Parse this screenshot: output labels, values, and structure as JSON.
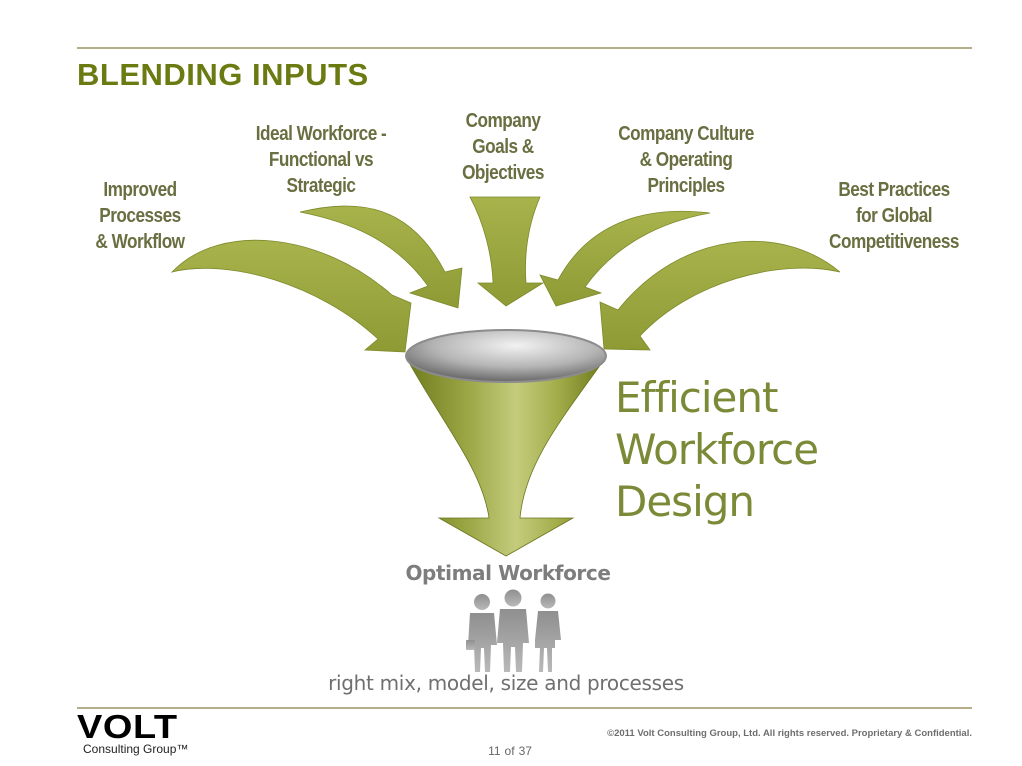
{
  "slide": {
    "title": "BLENDING INPUTS"
  },
  "inputs": [
    {
      "label": "Improved\nProcesses\n& Workflow"
    },
    {
      "label": "Ideal Workforce -\nFunctional vs\nStrategic"
    },
    {
      "label": "Company\nGoals &\nObjectives"
    },
    {
      "label": "Company Culture\n& Operating\nPrinciples"
    },
    {
      "label": "Best Practices\nfor Global\nCompetitiveness"
    }
  ],
  "result": {
    "text": "Efficient\nWorkforce\nDesign"
  },
  "outcome": {
    "title": "Optimal Workforce",
    "subtitle": "right mix, model, size and processes"
  },
  "icons": {
    "funnel": "funnel-icon",
    "people": "business-people-icon"
  },
  "colors": {
    "arrow_green": "#9aa53f",
    "title_green": "#6b7b12",
    "result_green": "#7a8a37",
    "label_olive": "#6a6f42",
    "rule": "#b5ad8c"
  },
  "footer": {
    "brand": "VOLT",
    "brand_sub": "Consulting Group™",
    "copyright": "©2011 Volt Consulting Group, Ltd. All rights reserved. Proprietary & Confidential.",
    "page_current": "11",
    "page_of": "of",
    "page_total": "37"
  }
}
